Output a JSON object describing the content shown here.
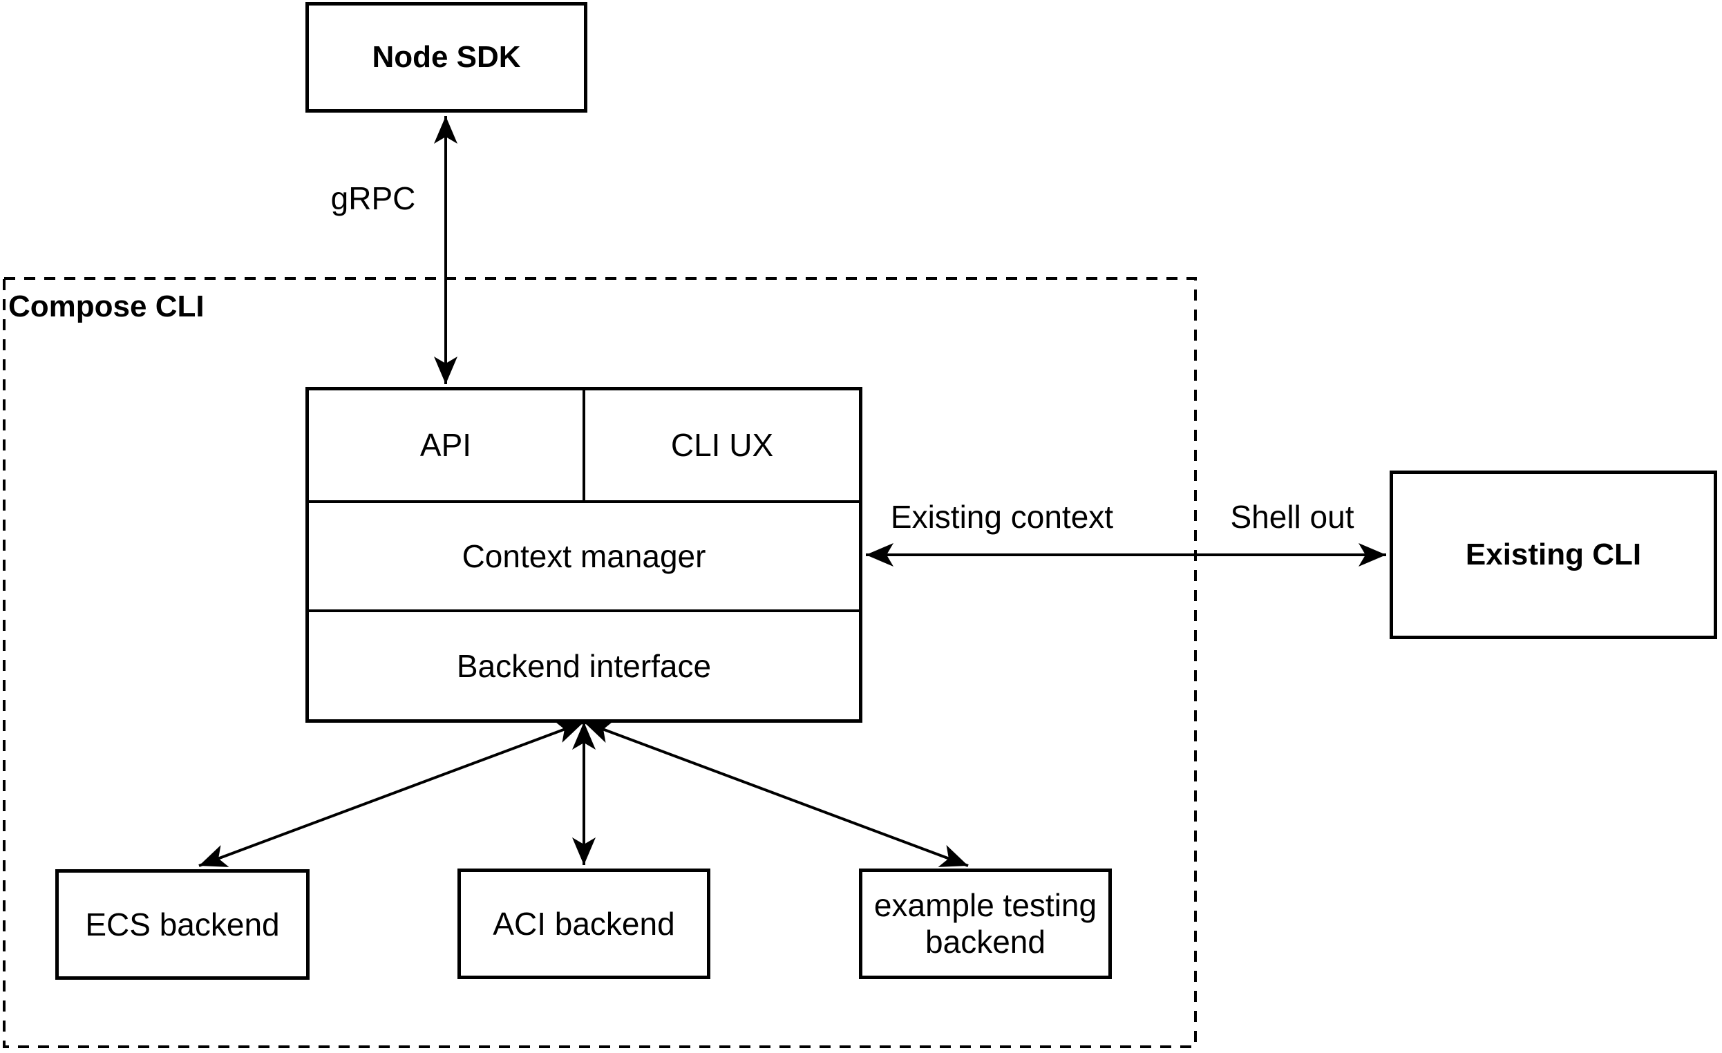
{
  "diagram": {
    "colors": {
      "stroke": "#000000",
      "background": "#ffffff"
    },
    "nodes": {
      "node_sdk": "Node SDK",
      "api": "API",
      "cli_ux": "CLI UX",
      "context_manager": "Context manager",
      "backend_interface": "Backend interface",
      "existing_cli": "Existing CLI",
      "ecs_backend": "ECS backend",
      "aci_backend": "ACI backend",
      "example_backend": "example testing backend"
    },
    "container": {
      "label": "Compose CLI"
    },
    "edge_labels": {
      "grpc": "gRPC",
      "existing_context": "Existing context",
      "shell_out": "Shell out"
    }
  }
}
